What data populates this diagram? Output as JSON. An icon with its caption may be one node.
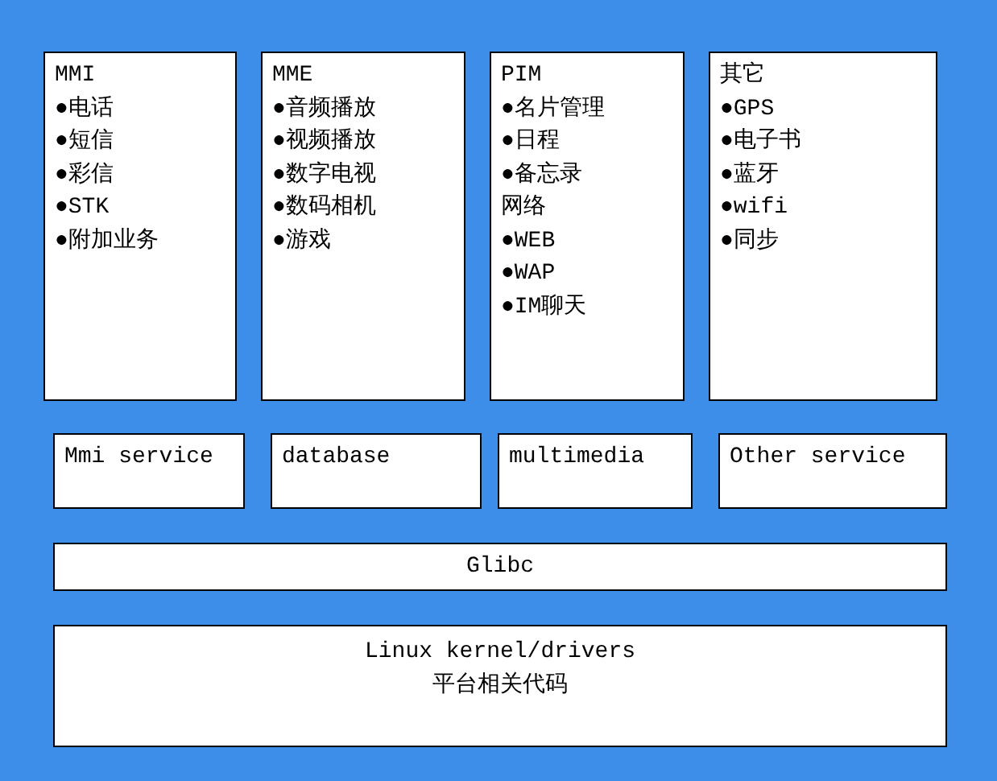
{
  "diagram": {
    "nodes": [
      {
        "text": [
          "MMI",
          "●电话",
          "●短信",
          "●彩信",
          "●STK",
          "●附加业务"
        ]
      },
      {
        "text": [
          "MME",
          "●音频播放",
          "●视频播放",
          "●数字电视",
          "●数码相机",
          "●游戏"
        ]
      },
      {
        "text": [
          "PIM",
          "●名片管理",
          "●日程",
          "●备忘录",
          "网络",
          "●WEB",
          "●WAP",
          "●IM聊天"
        ]
      },
      {
        "text": [
          "其它",
          "●GPS",
          "●电子书",
          "●蓝牙",
          "●wifi",
          "●同步"
        ]
      },
      {
        "text": [
          "Mmi service"
        ]
      },
      {
        "text": [
          "database"
        ]
      },
      {
        "text": [
          "multimedia"
        ]
      },
      {
        "text": [
          "Other service"
        ]
      },
      {
        "text": [
          "Glibc"
        ]
      },
      {
        "text": [
          "Linux kernel/drivers",
          "平台相关代码"
        ]
      }
    ]
  }
}
